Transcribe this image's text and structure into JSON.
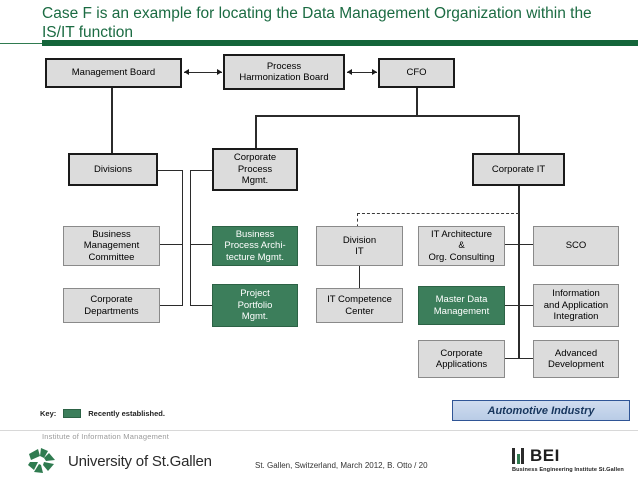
{
  "slide": {
    "title": "Case F is an example for locating the Data Management Organization within the IS/IT function",
    "accent_green": "#14653a",
    "box_fill": "#dcdcdc",
    "highlight_green": "#3c7e5b"
  },
  "diagram": {
    "boxes": {
      "management_board": "Management Board",
      "process_harmonization_board": "Process\nHarmonization Board",
      "process_harmonization_board_l1": "Process",
      "process_harmonization_board_l2": "Harmonization Board",
      "cfo": "CFO",
      "divisions": "Divisions",
      "corporate_process_mgmt_l1": "Corporate",
      "corporate_process_mgmt_l2": "Process",
      "corporate_process_mgmt_l3": "Mgmt.",
      "corporate_it": "Corporate IT",
      "business_management_committee_l1": "Business",
      "business_management_committee_l2": "Management",
      "business_management_committee_l3": "Committee",
      "business_process_arch_l1": "Business",
      "business_process_arch_l2": "Process Archi-",
      "business_process_arch_l3": "tecture Mgmt.",
      "division_it_l1": "Division",
      "division_it_l2": "IT",
      "it_architecture_l1": "IT Architecture",
      "it_architecture_l2": "&",
      "it_architecture_l3": "Org. Consulting",
      "sco": "SCO",
      "corporate_departments_l1": "Corporate",
      "corporate_departments_l2": "Departments",
      "project_portfolio_l1": "Project",
      "project_portfolio_l2": "Portfolio",
      "project_portfolio_l3": "Mgmt.",
      "it_competence_center_l1": "IT Competence",
      "it_competence_center_l2": "Center",
      "master_data_management_l1": "Master Data",
      "master_data_management_l2": "Management",
      "information_application_l1": "Information",
      "information_application_l2": "and Application",
      "information_application_l3": "Integration",
      "corporate_applications_l1": "Corporate",
      "corporate_applications_l2": "Applications",
      "advanced_development_l1": "Advanced",
      "advanced_development_l2": "Development"
    }
  },
  "key": {
    "label": "Key:",
    "text": "Recently established."
  },
  "callout": {
    "text": "Automotive Industry"
  },
  "footer": {
    "institute": "Institute of Information Management",
    "university": "University of St.Gallen",
    "credit": "St. Gallen, Switzerland, March 2012, B. Otto / 20",
    "bei_word": "BEI",
    "bei_sub": "Business Engineering Institute St.Gallen"
  }
}
